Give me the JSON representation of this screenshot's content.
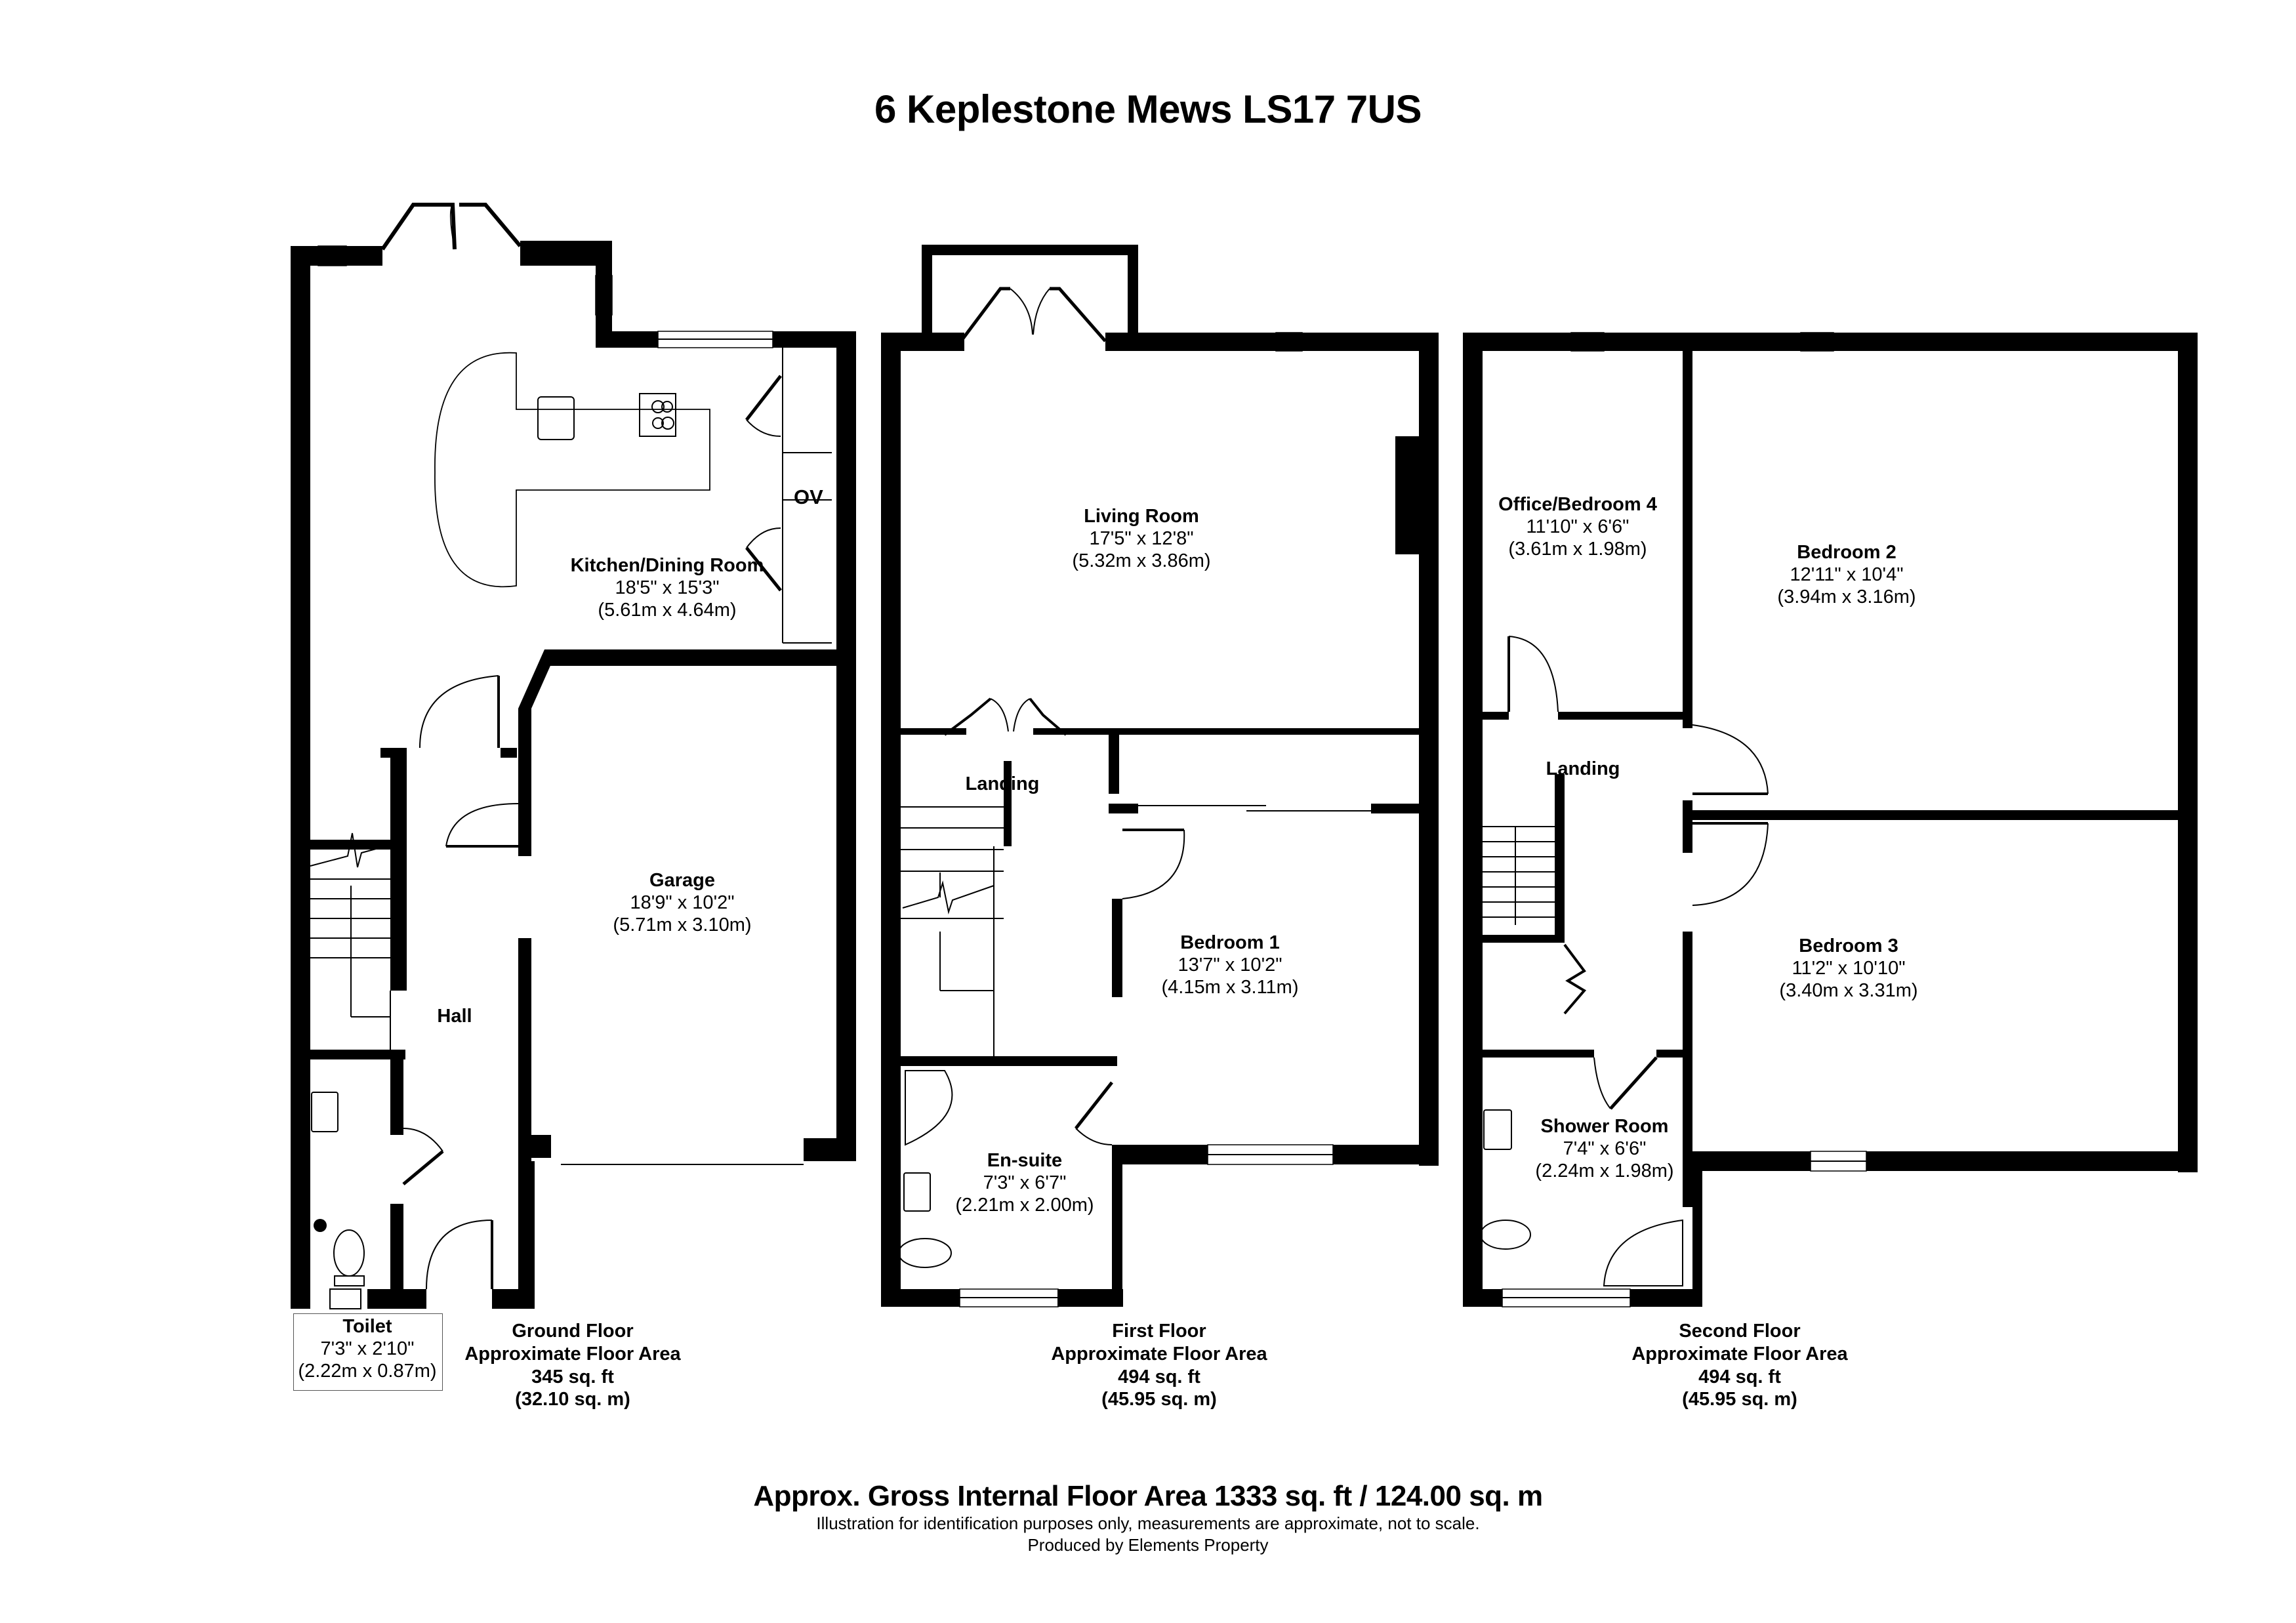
{
  "title": "6 Keplestone Mews LS17 7US",
  "floors": [
    {
      "name": "Ground Floor",
      "caption_line2": "Approximate Floor Area",
      "area_sqft": "345 sq. ft",
      "area_sqm": "(32.10 sq. m)",
      "rooms": [
        {
          "name": "Kitchen/Dining Room",
          "imperial": "18'5\" x 15'3\"",
          "metric": "(5.61m x 4.64m)"
        },
        {
          "name": "Garage",
          "imperial": "18'9\" x 10'2\"",
          "metric": "(5.71m x 3.10m)"
        },
        {
          "name": "Hall"
        },
        {
          "name": "Toilet",
          "imperial": "7'3\" x 2'10\"",
          "metric": "(2.22m x 0.87m)"
        }
      ],
      "fixtures": {
        "oven_label": "OV"
      }
    },
    {
      "name": "First Floor",
      "caption_line2": "Approximate Floor Area",
      "area_sqft": "494 sq. ft",
      "area_sqm": "(45.95 sq. m)",
      "rooms": [
        {
          "name": "Living Room",
          "imperial": "17'5\" x 12'8\"",
          "metric": "(5.32m x 3.86m)"
        },
        {
          "name": "Landing"
        },
        {
          "name": "Bedroom 1",
          "imperial": "13'7\" x 10'2\"",
          "metric": "(4.15m x 3.11m)"
        },
        {
          "name": "En-suite",
          "imperial": "7'3\" x 6'7\"",
          "metric": "(2.21m x 2.00m)"
        }
      ]
    },
    {
      "name": "Second Floor",
      "caption_line2": "Approximate Floor Area",
      "area_sqft": "494 sq. ft",
      "area_sqm": "(45.95 sq. m)",
      "rooms": [
        {
          "name": "Office/Bedroom 4",
          "imperial": "11'10\" x 6'6\"",
          "metric": "(3.61m x 1.98m)"
        },
        {
          "name": "Bedroom 2",
          "imperial": "12'11\" x 10'4\"",
          "metric": "(3.94m x 3.16m)"
        },
        {
          "name": "Landing"
        },
        {
          "name": "Bedroom 3",
          "imperial": "11'2\" x 10'10\"",
          "metric": "(3.40m x 3.31m)"
        },
        {
          "name": "Shower Room",
          "imperial": "7'4\" x 6'6\"",
          "metric": "(2.24m x 1.98m)"
        }
      ]
    }
  ],
  "footer": {
    "gross_area": "Approx. Gross Internal Floor Area 1333 sq. ft / 124.00 sq. m",
    "disclaimer": "Illustration for identification purposes only, measurements are approximate, not to scale.",
    "producer": "Produced by Elements Property"
  },
  "colors": {
    "wall": "#000000",
    "background": "#ffffff",
    "thin_line": "#333333"
  }
}
